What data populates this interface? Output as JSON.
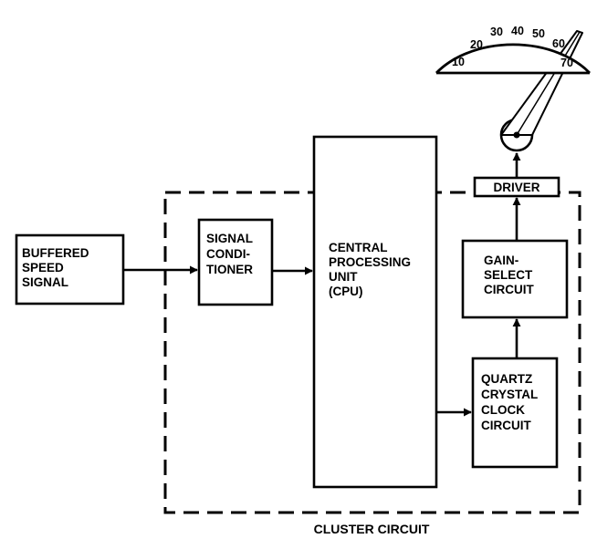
{
  "blocks": {
    "buffered_speed_signal": [
      "BUFFERED",
      "SPEED",
      "SIGNAL"
    ],
    "signal_conditioner": [
      "SIGNAL",
      "CONDI-",
      "TIONER"
    ],
    "cpu": [
      "CENTRAL",
      "PROCESSING",
      "UNIT",
      "(CPU)"
    ],
    "quartz_clock": [
      "QUARTZ",
      "CRYSTAL",
      "CLOCK",
      "CIRCUIT"
    ],
    "gain_select": [
      "GAIN-",
      "SELECT",
      "CIRCUIT"
    ],
    "driver": "DRIVER"
  },
  "cluster_label": "CLUSTER CIRCUIT",
  "speedometer": {
    "scale_labels": [
      "10",
      "20",
      "30",
      "40",
      "50",
      "60",
      "70"
    ],
    "needle_value": 60
  },
  "colors": {
    "ink": "#000000",
    "paper": "#ffffff"
  }
}
